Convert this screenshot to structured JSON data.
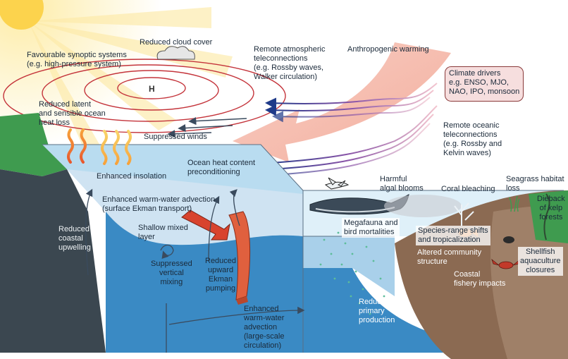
{
  "labels": {
    "reduced_cloud_cover": "Reduced cloud cover",
    "favourable_synoptic": "Favourable synoptic systems\n(e.g. high-pressure system)",
    "high_pressure_symbol": "H",
    "remote_atmospheric": "Remote atmospheric\nteleconnections\n(e.g. Rossby waves,\nWalker circulation)",
    "anthropogenic_warming": "Anthropogenic warming",
    "climate_drivers": "Climate drivers\ne.g. ENSO, MJO,\nNAO, IPO, monsoon",
    "reduced_heat_loss": "Reduced latent\nand sensible ocean\nheat loss",
    "suppressed_winds": "Suppressed winds",
    "remote_oceanic": "Remote oceanic\nteleconnections\n(e.g. Rossby and\nKelvin waves)",
    "enhanced_insolation": "Enhanced insolation",
    "ocean_heat_content": "Ocean heat content\npreconditioning",
    "harmful_algal_blooms": "Harmful\nalgal blooms",
    "coral_bleaching": "Coral bleaching",
    "seagrass_loss": "Seagrass habitat\nloss",
    "warm_water_advection_surface": "Enhanced warm-water advection\n(surface Ekman transport)",
    "dieback_kelp": "Dieback\nof kelp\nforests",
    "reduced_coastal_upwelling": "Reduced\ncoastal\nupwelling",
    "shallow_mixed_layer": "Shallow mixed\nlayer",
    "megafauna_mortalities": "Megafauna and\nbird mortalities",
    "species_range_shifts": "Species-range shifts\nand tropicalization",
    "altered_community": "Altered community\nstructure",
    "shellfish_closures": "Shellfish\naquaculture\nclosures",
    "suppressed_vertical_mixing": "Suppressed\nvertical\nmixing",
    "reduced_ekman_pumping": "Reduced\nupward\nEkman\npumping",
    "coastal_fishery": "Coastal\nfishery impacts",
    "reduced_primary_production": "Reduced\nprimary\nproduction",
    "warm_water_advection_large": "Enhanced\nwarm-water\nadvection\n(large-scale\ncirculation)"
  },
  "colors": {
    "sun": "#fde68a",
    "surface_water": "#b9dcf0",
    "deep_water": "#3a8ac4",
    "land_green": "#3f9b4f",
    "land_dark": "#3b4750",
    "seafloor": "#8b6a52",
    "warming_arrow": "#f4b7a9",
    "pressure_rings": "#c4343b",
    "drivers_box": "#f6dede",
    "ekman_panel": "#e0603e"
  }
}
